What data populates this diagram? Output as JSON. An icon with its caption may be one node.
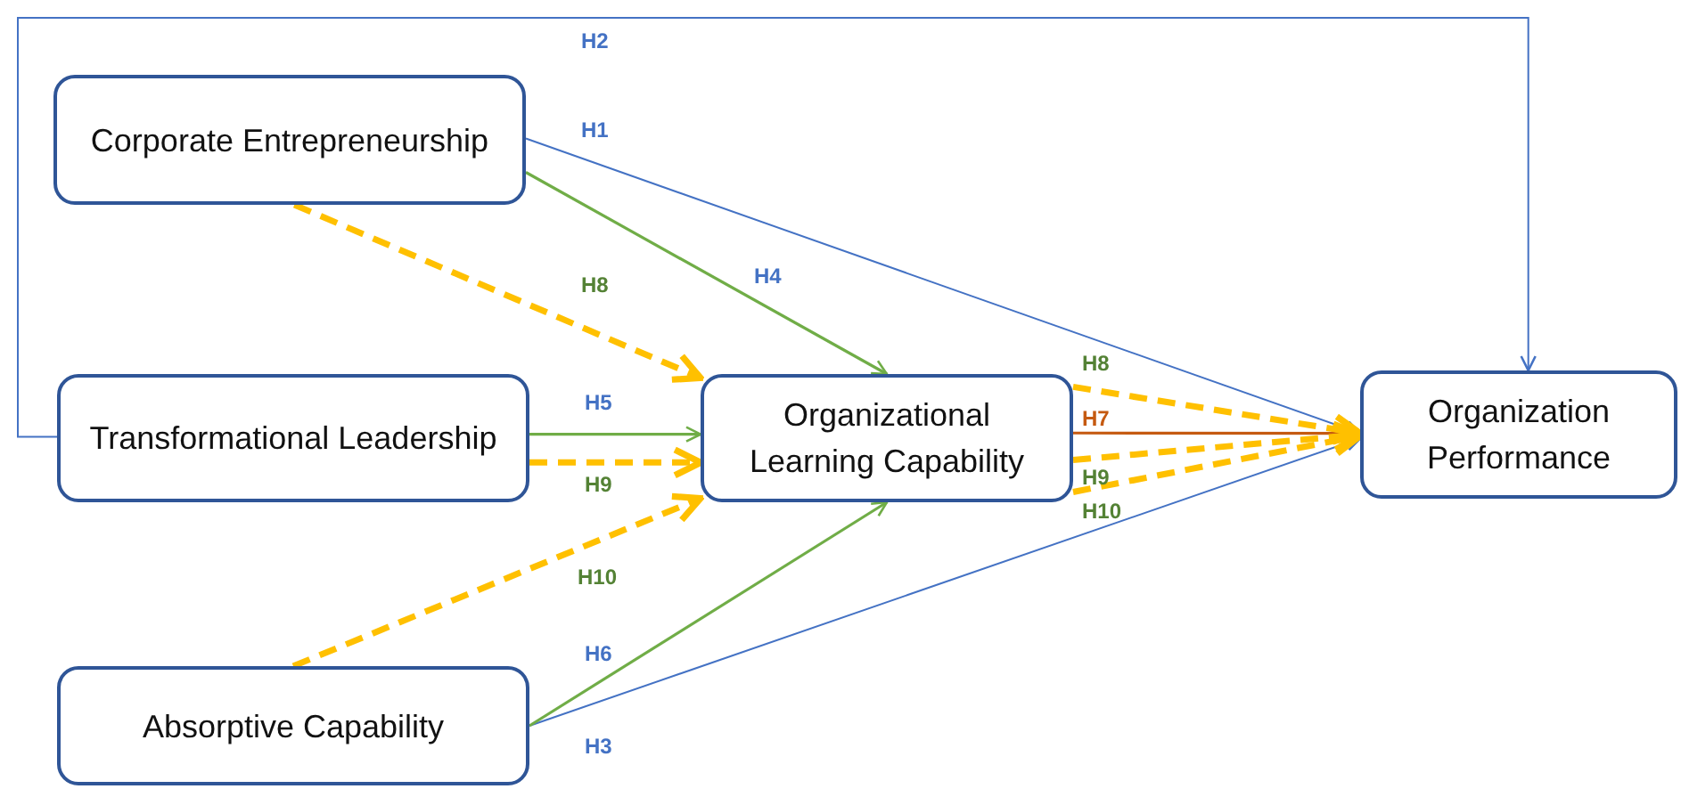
{
  "diagram": {
    "nodes": [
      {
        "text": [
          "Corporate Entrepreneurship"
        ]
      },
      {
        "text": [
          "Transformational Leadership"
        ]
      },
      {
        "text": [
          "Absorptive Capability"
        ]
      },
      {
        "text": [
          "Organizational Learning Capability"
        ]
      },
      {
        "text": [
          "Organization Performance"
        ]
      }
    ],
    "edges": [
      {
        "from": 0,
        "to": 4,
        "arrow": "to",
        "label": "H1",
        "color": "#4472c4"
      },
      {
        "from": 1,
        "to": 4,
        "arrow": "to",
        "label": "H2",
        "color": "#4472c4"
      },
      {
        "from": 2,
        "to": 4,
        "arrow": "to",
        "label": "H3",
        "color": "#4472c4"
      },
      {
        "from": 0,
        "to": 3,
        "arrow": "to",
        "label": "H4",
        "color": "#70ad47"
      },
      {
        "from": 1,
        "to": 3,
        "arrow": "to",
        "label": "H5",
        "color": "#70ad47"
      },
      {
        "from": 2,
        "to": 3,
        "arrow": "to",
        "label": "H6",
        "color": "#70ad47"
      },
      {
        "from": 3,
        "to": 4,
        "arrow": "to",
        "label": "H7",
        "color": "#c55a11"
      },
      {
        "from": 0,
        "to": 3,
        "arrow": "to",
        "label": "H8",
        "style": "dashed",
        "color": "#ffc000"
      },
      {
        "from": 1,
        "to": 3,
        "arrow": "to",
        "label": "H9",
        "style": "dashed",
        "color": "#ffc000"
      },
      {
        "from": 2,
        "to": 3,
        "arrow": "to",
        "label": "H10",
        "style": "dashed",
        "color": "#ffc000"
      },
      {
        "from": 3,
        "to": 4,
        "arrow": "to",
        "label": "H8",
        "style": "dashed",
        "color": "#ffc000"
      },
      {
        "from": 3,
        "to": 4,
        "arrow": "to",
        "label": "H9",
        "style": "dashed",
        "color": "#ffc000"
      },
      {
        "from": 3,
        "to": 4,
        "arrow": "to",
        "label": "H10",
        "style": "dashed",
        "color": "#ffc000"
      }
    ]
  }
}
